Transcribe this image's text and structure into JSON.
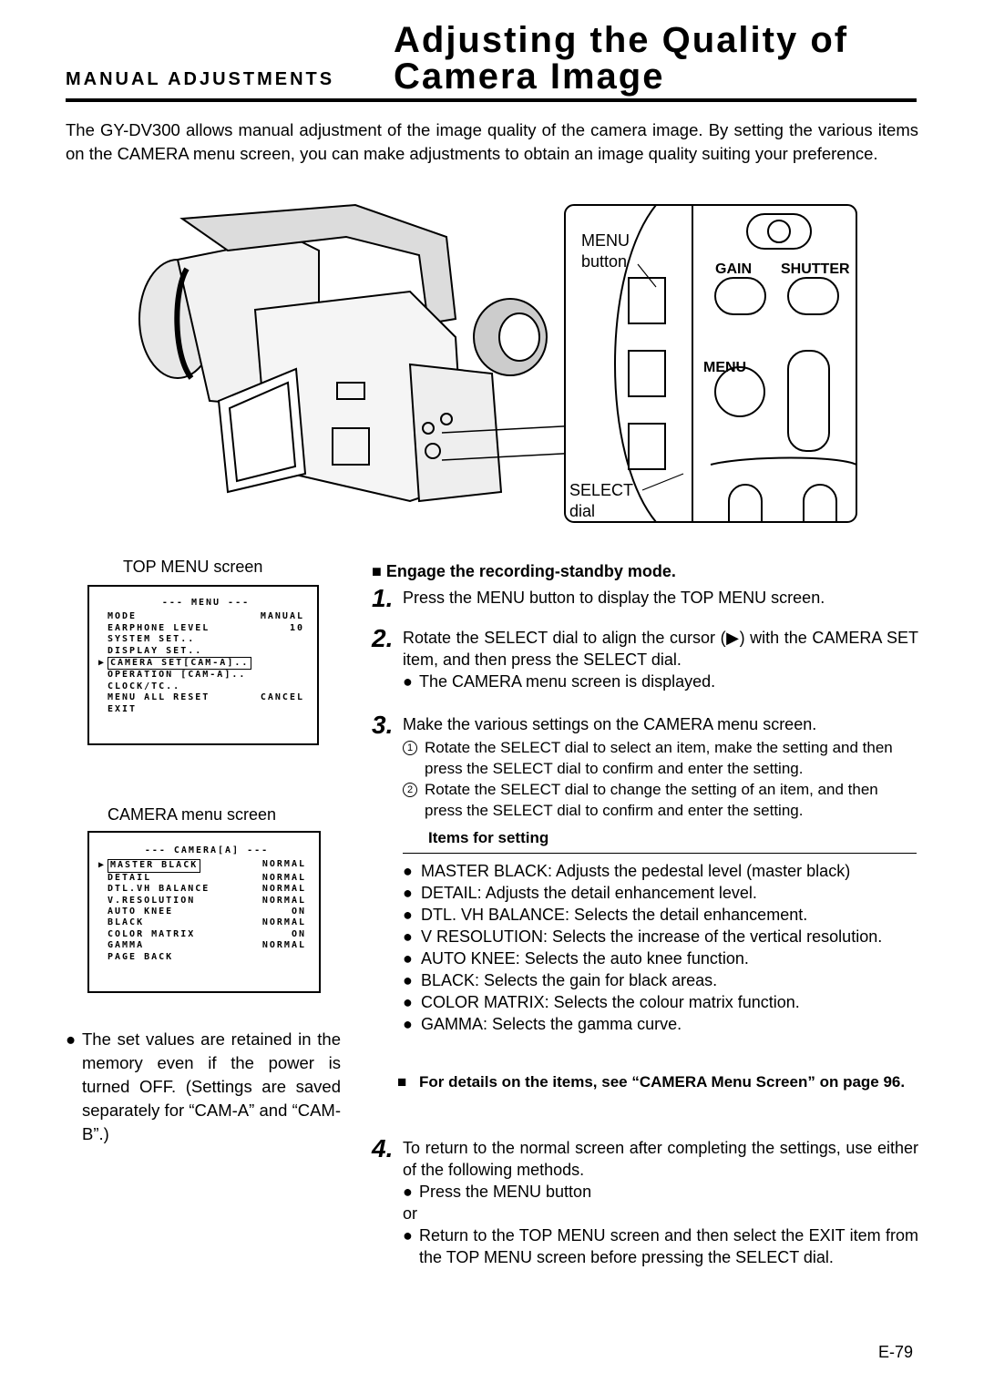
{
  "header": {
    "title_line1": "Adjusting the Quality of",
    "section": "MANUAL ADJUSTMENTS",
    "title_line2": "Camera Image"
  },
  "intro": "The GY-DV300 allows manual adjustment of the image quality of the camera image. By setting the various items on the CAMERA menu screen, you can make adjustments to obtain an image quality suiting your preference.",
  "illustration": {
    "menu_button_label_1": "MENU",
    "menu_button_label_2": "button",
    "gain_label": "GAIN",
    "shutter_label": "SHUTTER",
    "menu_label": "MENU",
    "select_dial_label_1": "SELECT",
    "select_dial_label_2": "dial"
  },
  "top_menu": {
    "caption": "TOP MENU screen",
    "header": "--- MENU ---",
    "rows": [
      {
        "cursor": "",
        "item": "MODE",
        "value": "MANUAL"
      },
      {
        "cursor": "",
        "item": "EARPHONE LEVEL",
        "value": "10"
      },
      {
        "cursor": "",
        "item": "SYSTEM SET..",
        "value": ""
      },
      {
        "cursor": "",
        "item": "DISPLAY SET..",
        "value": ""
      },
      {
        "cursor": "▶",
        "item": "CAMERA SET[CAM-A]..",
        "value": ""
      },
      {
        "cursor": "",
        "item": "OPERATION [CAM-A]..",
        "value": ""
      },
      {
        "cursor": "",
        "item": "CLOCK/TC..",
        "value": ""
      },
      {
        "cursor": "",
        "item": "MENU ALL RESET",
        "value": "CANCEL"
      },
      {
        "cursor": "",
        "item": "EXIT",
        "value": ""
      }
    ]
  },
  "camera_menu": {
    "caption": "CAMERA menu screen",
    "header": "--- CAMERA[A] ---",
    "rows": [
      {
        "cursor": "▶",
        "item": "MASTER BLACK",
        "value": "NORMAL"
      },
      {
        "cursor": "",
        "item": "DETAIL",
        "value": "NORMAL"
      },
      {
        "cursor": "",
        "item": "DTL.VH BALANCE",
        "value": "NORMAL"
      },
      {
        "cursor": "",
        "item": "V.RESOLUTION",
        "value": "NORMAL"
      },
      {
        "cursor": "",
        "item": "AUTO KNEE",
        "value": "ON"
      },
      {
        "cursor": "",
        "item": "BLACK",
        "value": "NORMAL"
      },
      {
        "cursor": "",
        "item": "COLOR MATRIX",
        "value": "ON"
      },
      {
        "cursor": "",
        "item": "GAMMA",
        "value": "NORMAL"
      },
      {
        "cursor": "",
        "item": "PAGE BACK",
        "value": ""
      }
    ]
  },
  "left_note": {
    "bullet": "●",
    "text": "The set values are retained in the memory even if the power is turned OFF. (Settings are saved separately for “CAM-A” and “CAM-B”.)"
  },
  "procedure": {
    "heading_marker": "■",
    "heading": "Engage the recording-standby mode.",
    "step1_num": "1.",
    "step1": "Press the MENU button to display the TOP MENU screen.",
    "step2_num": "2.",
    "step2": "Rotate the SELECT dial to align the cursor (▶) with the CAMERA SET item, and then press the SELECT dial.",
    "step2_bullet": "The CAMERA menu screen is displayed.",
    "step3_num": "3.",
    "step3": "Make the various settings on the CAMERA menu screen.",
    "step3_sub1_num": "1",
    "step3_sub1": "Rotate the SELECT dial to select an item, make the setting and then press the SELECT dial to confirm and enter the setting.",
    "step3_sub2_num": "2",
    "step3_sub2": "Rotate the SELECT dial to change the setting of an item, and then press the SELECT dial to confirm and enter the setting.",
    "items_heading": "Items for setting",
    "items": [
      "MASTER BLACK: Adjusts the pedestal level (master black)",
      "DETAIL: Adjusts the detail enhancement level.",
      "DTL. VH BALANCE: Selects the detail enhancement.",
      "V RESOLUTION: Selects the increase of the vertical resolution.",
      "AUTO KNEE: Selects the auto knee function.",
      "BLACK: Selects the gain for black areas.",
      "COLOR MATRIX: Selects the colour matrix function.",
      "GAMMA: Selects the gamma curve."
    ],
    "details_note": "For details on the items, see “CAMERA Menu Screen” on page 96.",
    "step4_num": "4.",
    "step4": "To return to the normal screen after completing the settings, use either of the following methods.",
    "step4_bullet1": "Press the MENU button",
    "step4_or": "or",
    "step4_bullet2": "Return to the TOP MENU screen and then select the EXIT item from the TOP MENU screen before pressing the SELECT dial.",
    "bullet_char": "●"
  },
  "page_number": "E-79"
}
